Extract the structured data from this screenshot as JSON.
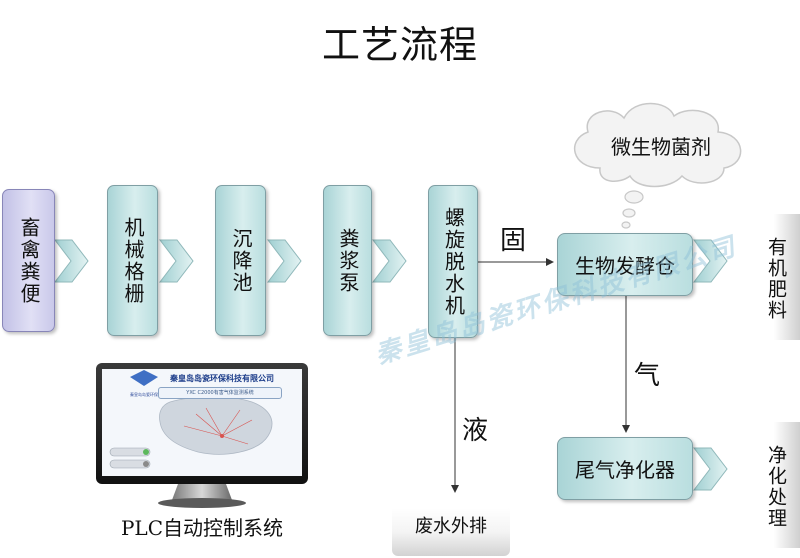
{
  "title": "工艺流程",
  "steps": [
    {
      "id": "source",
      "label": "畜禽粪便"
    },
    {
      "id": "screen",
      "label": "机械格栅"
    },
    {
      "id": "tank",
      "label": "沉降池"
    },
    {
      "id": "pump",
      "label": "粪浆泵"
    },
    {
      "id": "separator",
      "label": "螺旋脱水机"
    }
  ],
  "branches": {
    "solid": "固",
    "liquid": "液",
    "gas": "气"
  },
  "fermenter": "生物发酵仓",
  "purifier": "尾气净化器",
  "microbe": "微生物菌剂",
  "outputs": {
    "fertilizer": "有机肥料",
    "purified": "净化处理",
    "wastewater": "废水外排"
  },
  "plc": {
    "label": "PLC自动控制系统",
    "screen_title": "秦皇岛岛瓷环保科技有限公司",
    "screen_sub": "YXC C2000有害气体监测系统",
    "logo_text": "秦皇岛岛瓷环保"
  },
  "watermark": "秦皇岛岛瓷环保科技有限公司",
  "colors": {
    "box": "#c4e3e4",
    "source_box": "#d4d3f0",
    "arrow": "#c6e4e5",
    "line": "#333333",
    "watermark": "#8cbed7"
  }
}
